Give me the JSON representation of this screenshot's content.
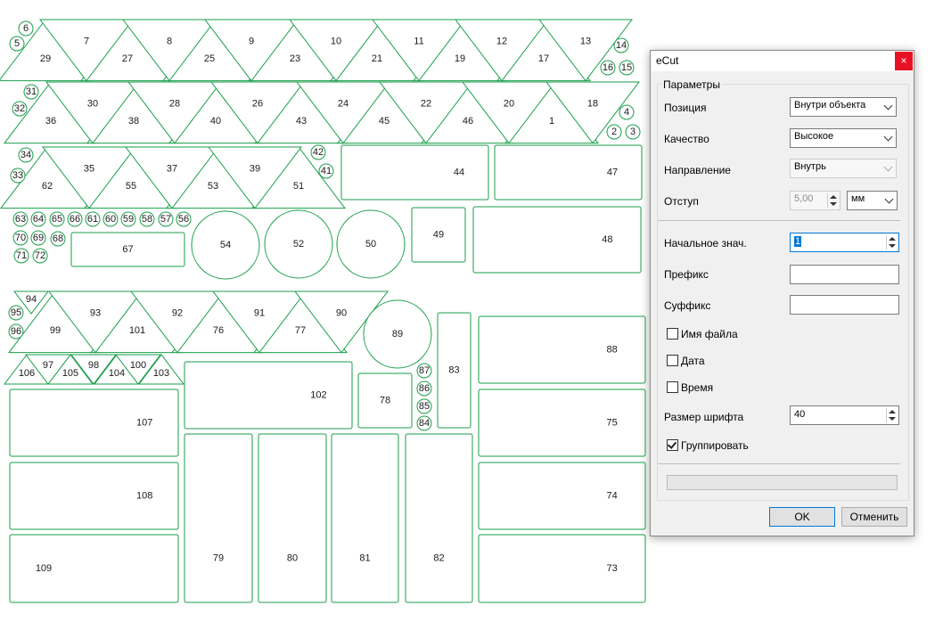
{
  "dialog": {
    "title": "eCut",
    "close_glyph": "×",
    "group_title": "Параметры",
    "position_label": "Позиция",
    "position_value": "Внутри объекта",
    "quality_label": "Качество",
    "quality_value": "Высокое",
    "direction_label": "Направление",
    "direction_value": "Внутрь",
    "offset_label": "Отступ",
    "offset_value": "5,00",
    "unit_value": "мм",
    "start_label": "Начальное знач.",
    "start_value": "1",
    "prefix_label": "Префикс",
    "prefix_value": "",
    "suffix_label": "Суффикс",
    "suffix_value": "",
    "filename_label": "Имя файла",
    "filename_checked": false,
    "date_label": "Дата",
    "date_checked": false,
    "time_label": "Время",
    "time_checked": false,
    "font_size_label": "Размер шрифта",
    "font_size_value": "40",
    "group_label": "Группировать",
    "group_checked": true,
    "progress": 0,
    "ok_label": "OK",
    "cancel_label": "Отменить"
  },
  "colors": {
    "outline": "#1a9e4a",
    "accent": "#0078d7",
    "close": "#e81123"
  },
  "parts": {
    "triangles_up": [
      "29",
      "27",
      "25",
      "23",
      "21",
      "19",
      "17",
      "36",
      "38",
      "40",
      "43",
      "45",
      "46",
      "1",
      "62",
      "55",
      "53",
      "51",
      "99",
      "101",
      "76",
      "77",
      "106",
      "105",
      "104",
      "103"
    ],
    "triangles_down": [
      "7",
      "8",
      "9",
      "10",
      "11",
      "12",
      "13",
      "30",
      "28",
      "26",
      "24",
      "22",
      "20",
      "18",
      "35",
      "37",
      "39",
      "94",
      "93",
      "92",
      "91",
      "90",
      "97",
      "98",
      "100"
    ],
    "circles_small": [
      "5",
      "6",
      "31",
      "32",
      "34",
      "33",
      "16",
      "15",
      "14",
      "4",
      "2",
      "3",
      "42",
      "41",
      "63",
      "64",
      "65",
      "66",
      "61",
      "60",
      "59",
      "58",
      "57",
      "56",
      "70",
      "69",
      "68",
      "71",
      "72",
      "95",
      "96",
      "87",
      "86",
      "85",
      "84"
    ],
    "circles_large": [
      "54",
      "52",
      "50",
      "89"
    ],
    "rectangles": [
      "44",
      "47",
      "49",
      "48",
      "67",
      "102",
      "78",
      "83",
      "88",
      "107",
      "75",
      "108",
      "74",
      "109",
      "79",
      "80",
      "81",
      "82",
      "73"
    ]
  }
}
